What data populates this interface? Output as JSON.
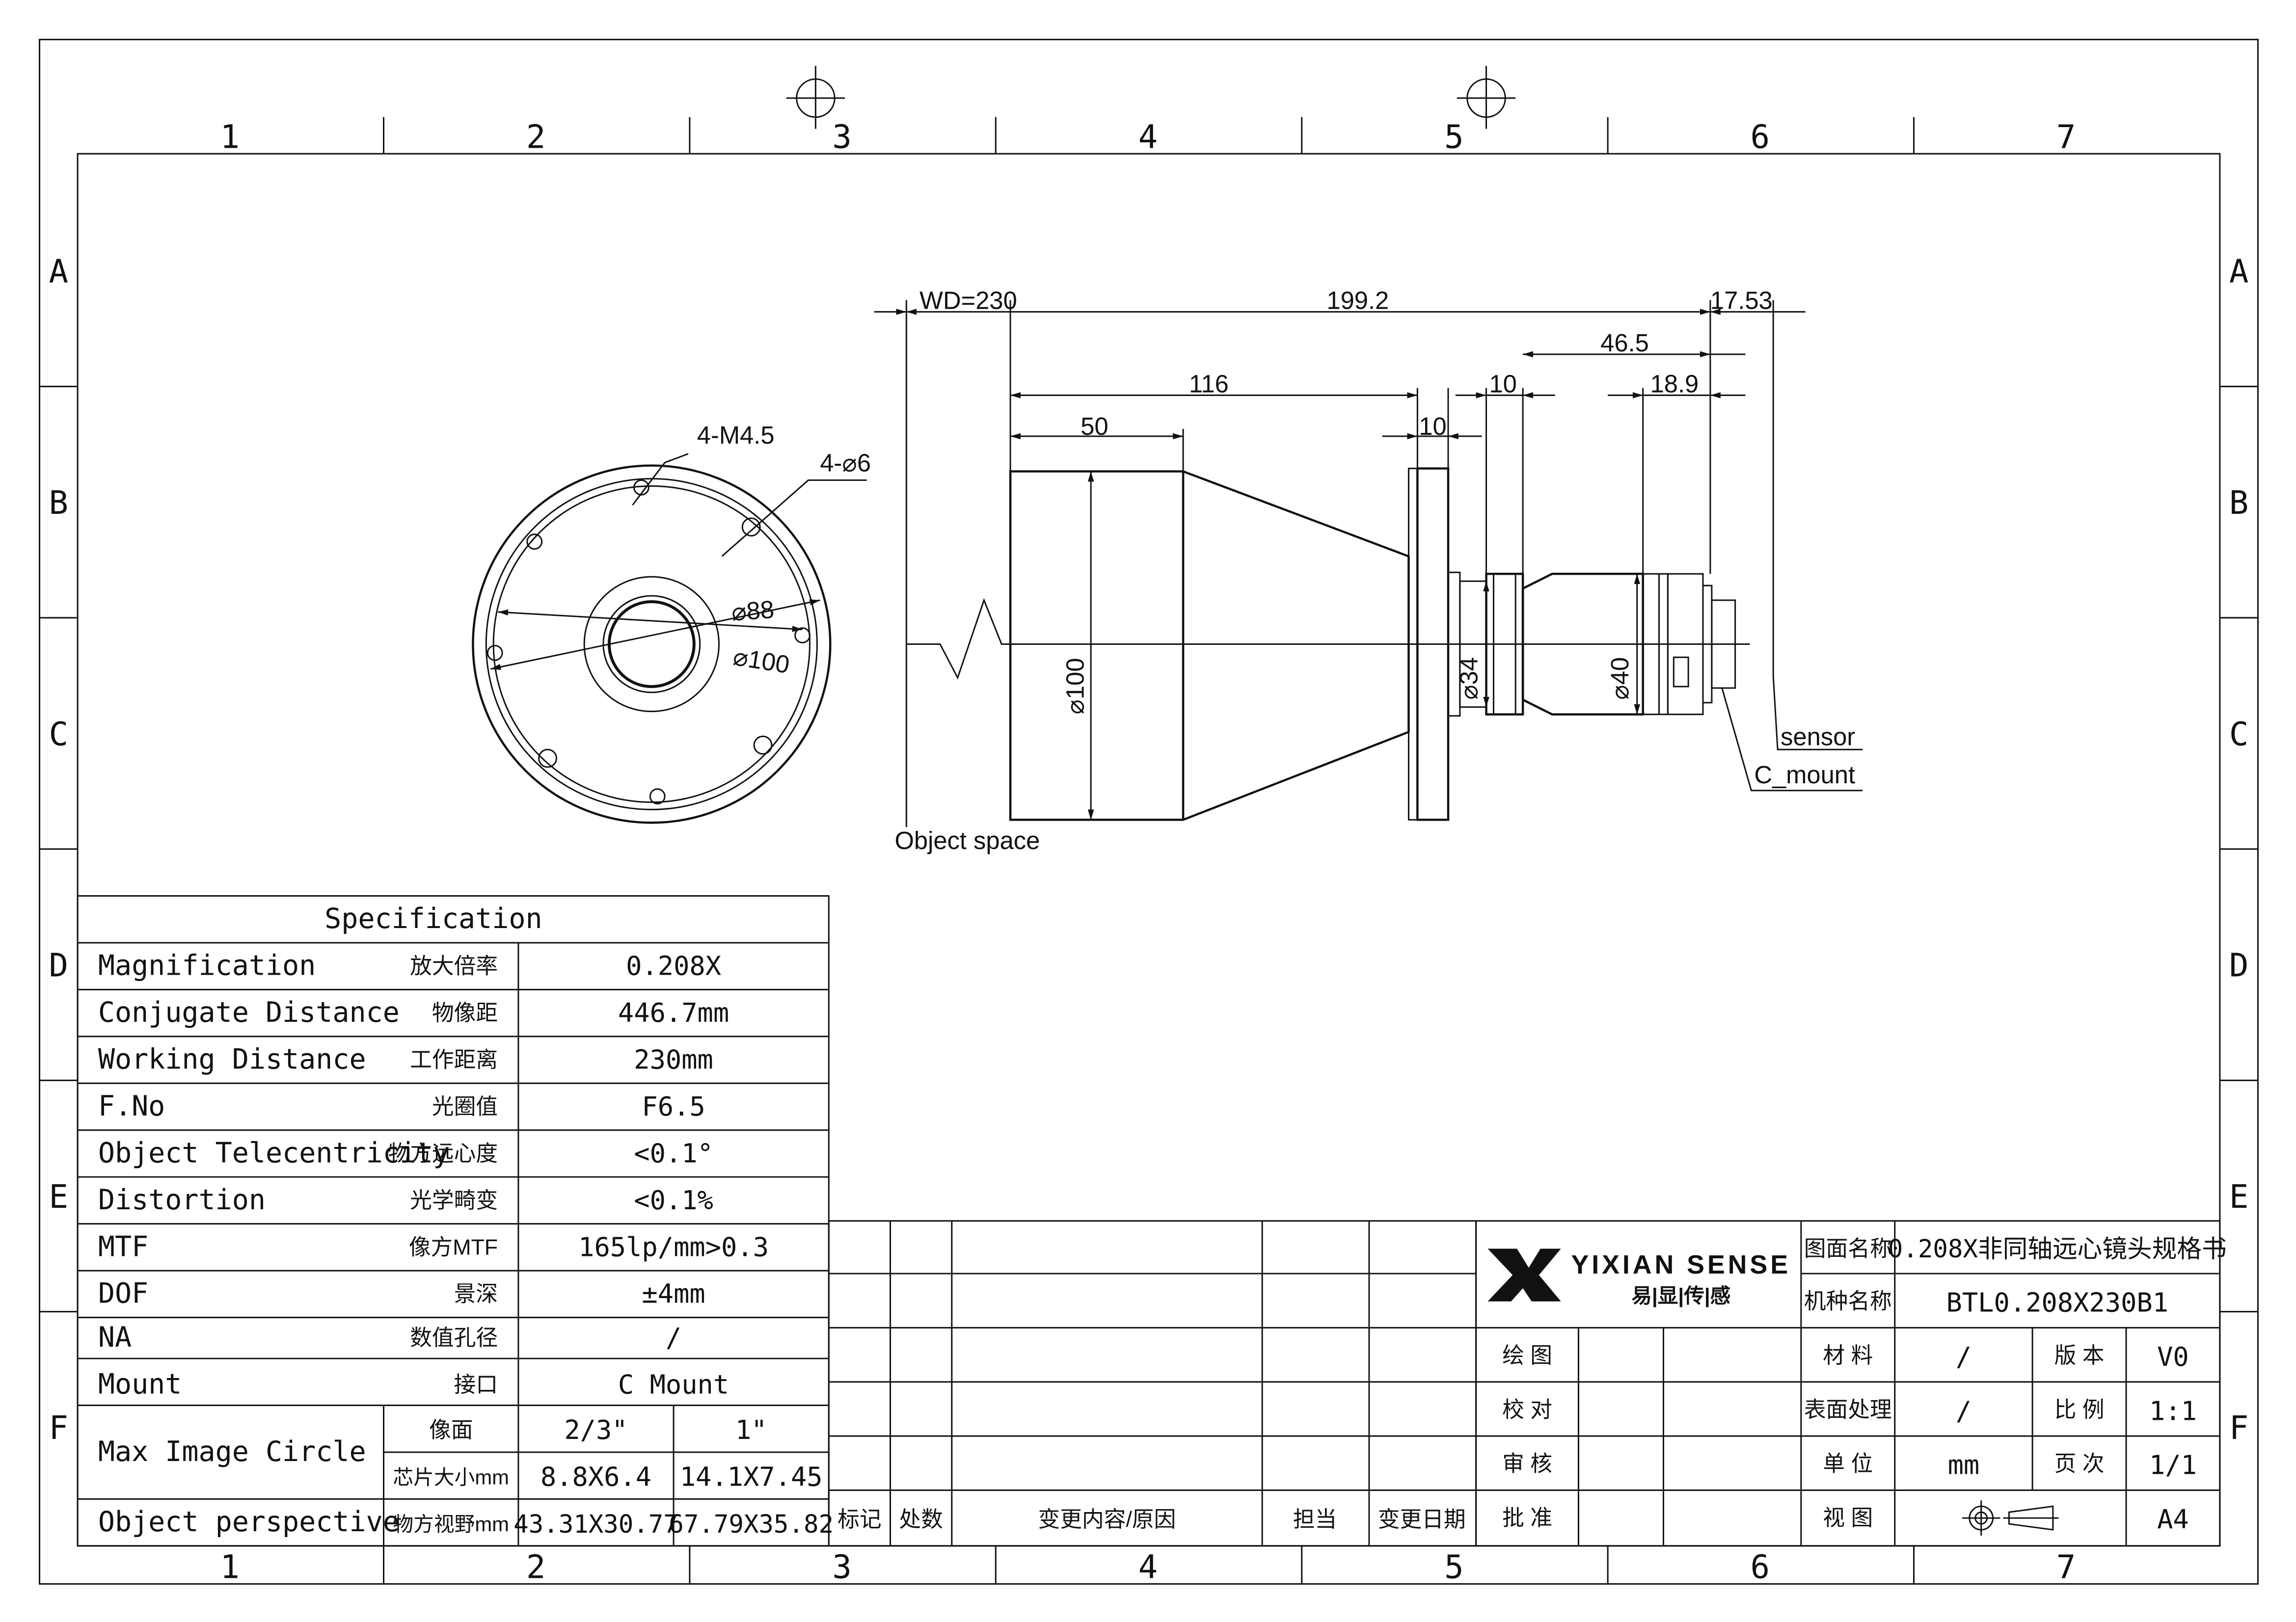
{
  "border": {
    "columns": [
      "1",
      "2",
      "3",
      "4",
      "5",
      "6",
      "7"
    ],
    "rows": [
      "A",
      "B",
      "C",
      "D",
      "E",
      "F"
    ]
  },
  "front_view": {
    "callouts": {
      "tapped_holes": "4-M4.5",
      "through_holes": "4-⌀6",
      "inner_diameter": "⌀88",
      "outer_diameter": "⌀100"
    }
  },
  "side_view": {
    "dimensions": {
      "working_distance": "WD=230",
      "lens_length": "199.2",
      "back_focal": "17.53",
      "rear_barrel": "46.5",
      "front_to_flange": "116",
      "front_barrel": "50",
      "flange_gap": "10",
      "flange_thickness": "10",
      "rear_section": "18.9",
      "front_diameter": "⌀100",
      "neck_diameter": "⌀34",
      "rear_diameter": "⌀40"
    },
    "labels": {
      "object_space": "Object space",
      "sensor": "sensor",
      "c_mount": "C_mount"
    }
  },
  "spec_table": {
    "title": "Specification",
    "rows": [
      {
        "en": "Magnification",
        "cn": "放大倍率",
        "value": "0.208X"
      },
      {
        "en": "Conjugate Distance",
        "cn": "物像距",
        "value": "446.7mm"
      },
      {
        "en": "Working Distance",
        "cn": "工作距离",
        "value": "230mm"
      },
      {
        "en": "F.No",
        "cn": "光圈值",
        "value": "F6.5"
      },
      {
        "en": "Object Telecentricity",
        "cn": "物方远心度",
        "value": "<0.1°"
      },
      {
        "en": "Distortion",
        "cn": "光学畸变",
        "value": "<0.1%"
      },
      {
        "en": "MTF",
        "cn": "像方MTF",
        "value": "165lp/mm>0.3"
      },
      {
        "en": "DOF",
        "cn": "景深",
        "value": "±4mm"
      },
      {
        "en": "NA",
        "cn": "数值孔径",
        "value": "/"
      },
      {
        "en": "Mount",
        "cn": "接口",
        "value": "C Mount"
      }
    ],
    "image_circle": {
      "en": "Max Image Circle",
      "sub": [
        {
          "cn": "像面",
          "a": "2/3\"",
          "b": "1\""
        },
        {
          "cn": "芯片大小mm",
          "a": "8.8X6.4",
          "b": "14.1X7.45"
        }
      ]
    },
    "perspective": {
      "en": "Object perspective",
      "cn": "物方视野mm",
      "a": "43.31X30.77",
      "b": "67.79X35.82"
    }
  },
  "revision_block": {
    "headers": [
      "标记",
      "处数",
      "变更内容/原因",
      "担当",
      "变更日期"
    ]
  },
  "title_block": {
    "brand": "YIXIAN SENSE",
    "brand_cn": "易|显|传|感",
    "drawing_name_label": "图面名称",
    "drawing_name": "0.208X非同轴远心镜头规格书",
    "model_label": "机种名称",
    "model": "BTL0.208X230B1",
    "sign_rows": [
      "绘 图",
      "校 对",
      "审 核",
      "批 准"
    ],
    "props": [
      {
        "label": "材 料",
        "value": "/",
        "label2": "版 本",
        "value2": "V0"
      },
      {
        "label": "表面处理",
        "value": "/",
        "label2": "比 例",
        "value2": "1:1"
      },
      {
        "label": "单 位",
        "value": "mm",
        "label2": "页 次",
        "value2": "1/1"
      },
      {
        "label": "视 图",
        "value": "",
        "label2": "",
        "value2": "A4"
      }
    ]
  }
}
